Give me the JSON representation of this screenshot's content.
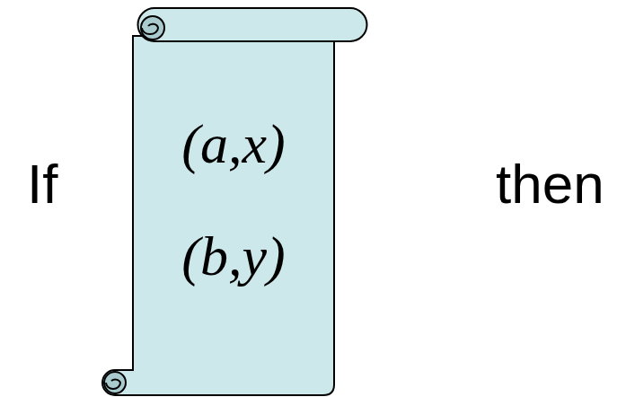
{
  "diagram": {
    "nodes": [
      {
        "text": [
          "(a,x)",
          "(b,y)"
        ]
      }
    ],
    "labels": [
      "If",
      "then"
    ]
  }
}
